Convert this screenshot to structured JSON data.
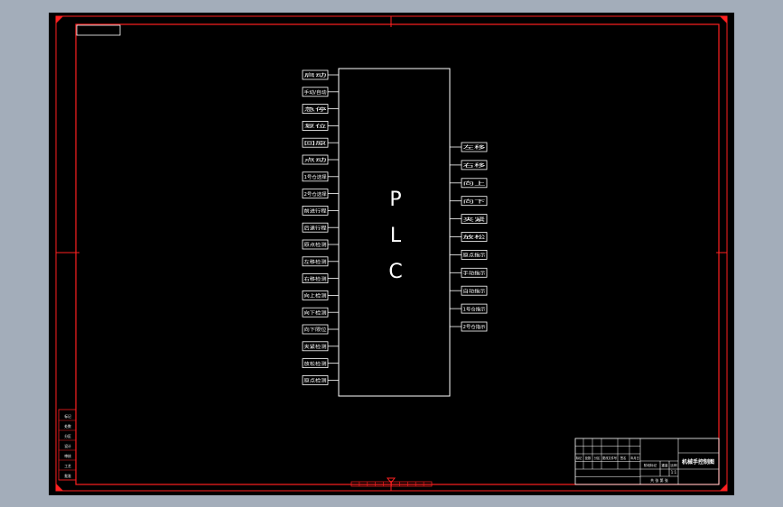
{
  "colors": {
    "viewport_bg": "#a3adba",
    "sheet_bg": "#000000",
    "frame": "#ff2020",
    "line": "#ffffff"
  },
  "plc": {
    "label_letters": [
      "P",
      "L",
      "C"
    ]
  },
  "inputs": [
    "启动",
    "手动/自动",
    "急停",
    "复位",
    "回原",
    "点动",
    "1号仓选择",
    "2号仓选择",
    "前进行程",
    "后退行程",
    "原点检测",
    "左移检测",
    "右移检测",
    "向上检测",
    "向下检测",
    "向下限位",
    "夹紧检测",
    "放松检测",
    "原点检测"
  ],
  "outputs": [
    "左移",
    "右移",
    "向上",
    "向下",
    "夹紧",
    "放松",
    "原点指示",
    "手动指示",
    "自动指示",
    "1号仓指示",
    "2号仓指示"
  ],
  "title_block": {
    "drawing_title": "机械手控制图",
    "left_tags": [
      "标记",
      "处数",
      "分区",
      "设计",
      "审核",
      "工艺",
      "批准"
    ],
    "grid_labels": [
      "标记",
      "处数",
      "分区",
      "更改文件号",
      "签名",
      "年月日"
    ],
    "stage_label": "阶段标记",
    "weight_label": "重量",
    "scale_label": "比例",
    "scale_value": "1:1",
    "sheet_label": "共 张 第 张"
  }
}
